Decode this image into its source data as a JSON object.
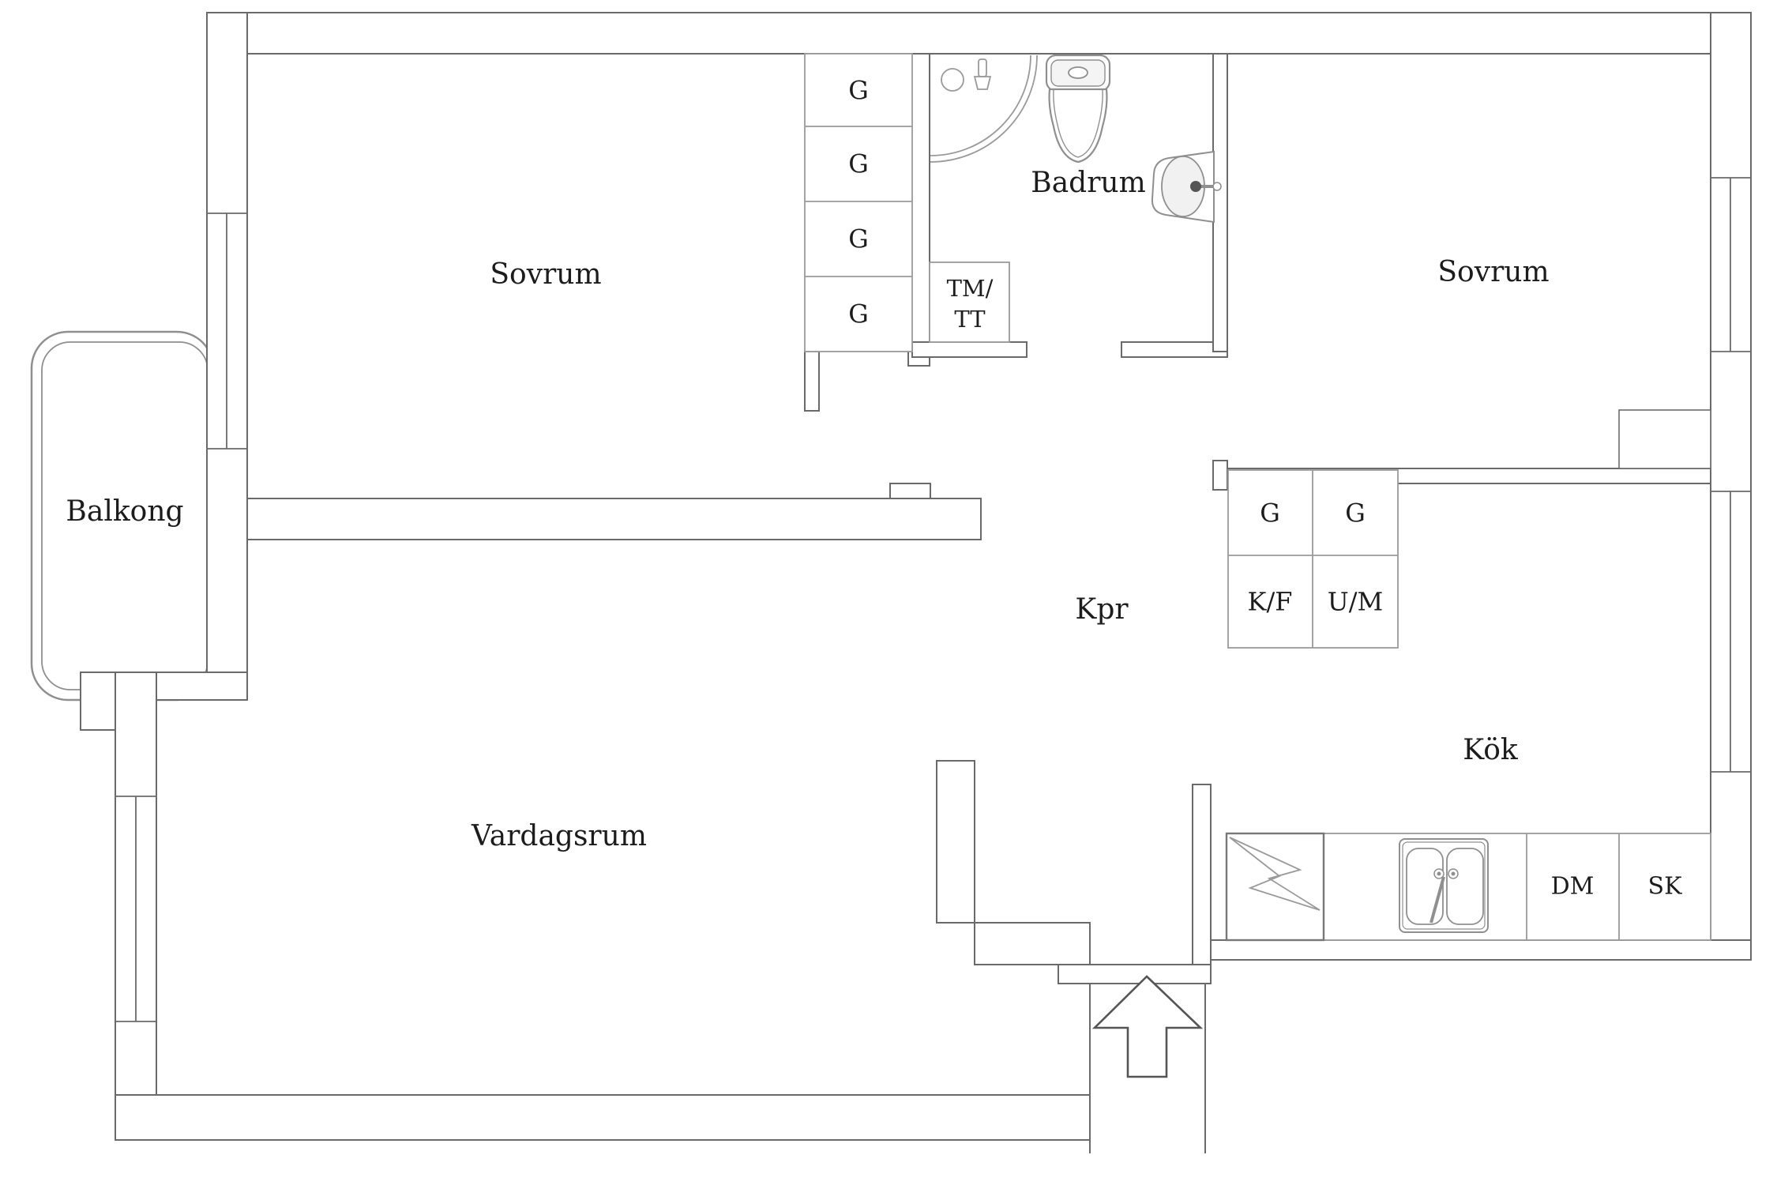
{
  "colors": {
    "background": "#ffffff",
    "wall_line": "#6a6a6a",
    "furniture_line": "#9a9a9a",
    "text": "#1c1c1c"
  },
  "rooms": {
    "bedroom_left": "Sovrum",
    "bedroom_right": "Sovrum",
    "bathroom": "Badrum",
    "balcony": "Balkong",
    "hallway": "Kpr",
    "kitchen": "Kök",
    "living_room": "Vardagsrum"
  },
  "laundry": {
    "line1": "TM/",
    "line2": "TT"
  },
  "wardrobes": [
    "G",
    "G",
    "G",
    "G"
  ],
  "kitchen_grid": {
    "top_left": "G",
    "top_right": "G",
    "bottom_left": "K/F",
    "bottom_right": "U/M"
  },
  "kitchen_units": {
    "dishwasher": "DM",
    "cabinet": "SK"
  },
  "icons": [
    "shower-icon",
    "toilet-icon",
    "washbasin-icon",
    "stove-icon",
    "kitchen-sink-icon",
    "entry-arrow-icon",
    "balcony-railing"
  ]
}
